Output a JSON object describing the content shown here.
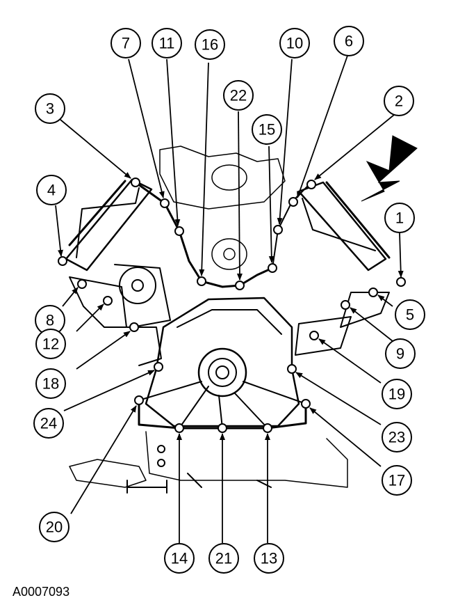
{
  "figure_id": "A0007093",
  "callouts": [
    "1",
    "2",
    "3",
    "4",
    "5",
    "6",
    "7",
    "8",
    "9",
    "10",
    "11",
    "12",
    "13",
    "14",
    "15",
    "16",
    "17",
    "18",
    "19",
    "20",
    "21",
    "22",
    "23",
    "24"
  ]
}
